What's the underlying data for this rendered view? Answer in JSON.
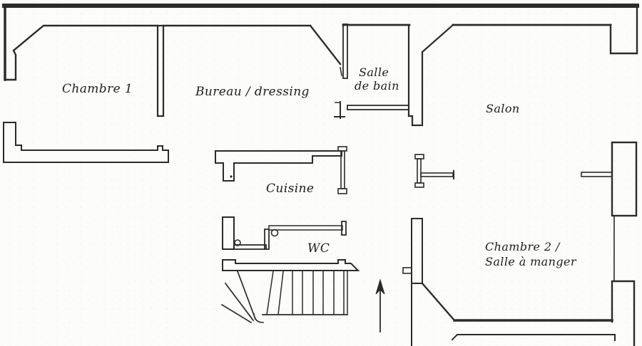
{
  "drawing": {
    "type": "apartment-floor-plan",
    "rooms": {
      "chambre1": "Chambre 1",
      "bureau": "Bureau / dressing",
      "salle_de_bain_line1": "Salle",
      "salle_de_bain_line2": "de bain",
      "salon": "Salon",
      "cuisine": "Cuisine",
      "wc": "WC",
      "chambre2_line1": "Chambre 2 /",
      "chambre2_line2": "Salle à manger"
    },
    "annotations": {
      "entrance_arrow_direction": "up",
      "staircase": "winder staircase, bottom center"
    },
    "colors": {
      "ink": "#2b2b2b",
      "paper": "#fcfcfa"
    }
  }
}
